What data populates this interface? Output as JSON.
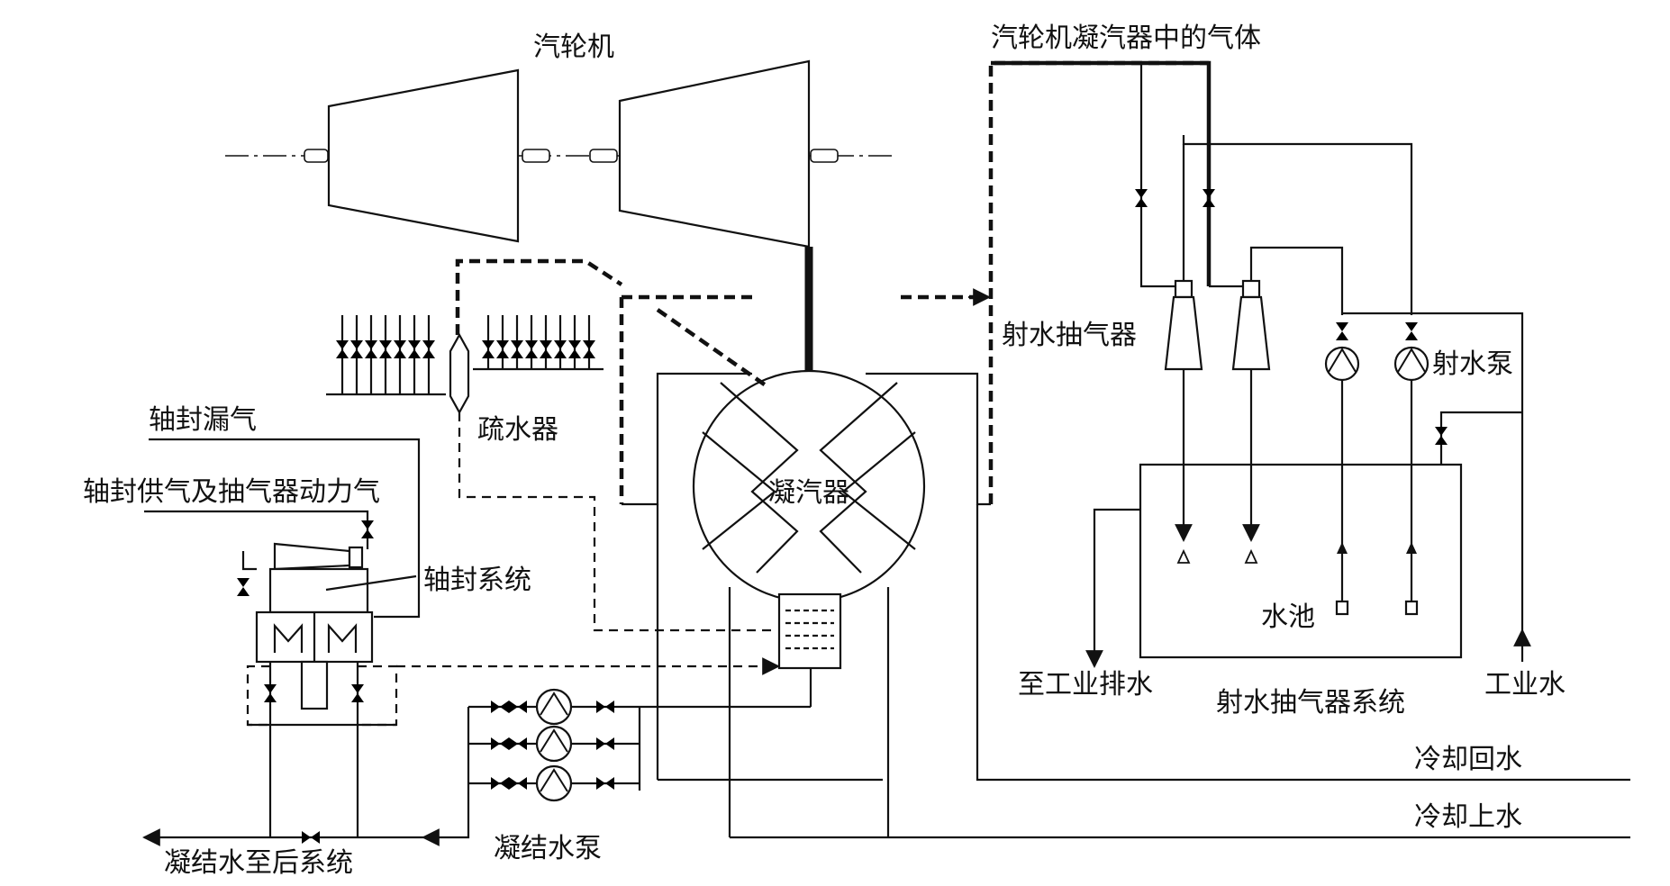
{
  "labels": {
    "turbine": "汽轮机",
    "turbine_condenser_gas": "汽轮机凝汽器中的气体",
    "water_jet_ejector": "射水抽气器",
    "jet_pump": "射水泵",
    "drain_trap": "疏水器",
    "shaft_seal_leak": "轴封漏气",
    "shaft_seal_supply": "轴封供气及抽气器动力气",
    "shaft_seal_system": "轴封系统",
    "condenser": "凝汽器",
    "water_tank": "水池",
    "to_industrial_drain": "至工业排水",
    "industrial_water": "工业水",
    "ejector_system": "射水抽气器系统",
    "cooling_return": "冷却回水",
    "cooling_supply": "冷却上水",
    "condensate_to_next": "凝结水至后系统",
    "condensate_pump": "凝结水泵"
  }
}
